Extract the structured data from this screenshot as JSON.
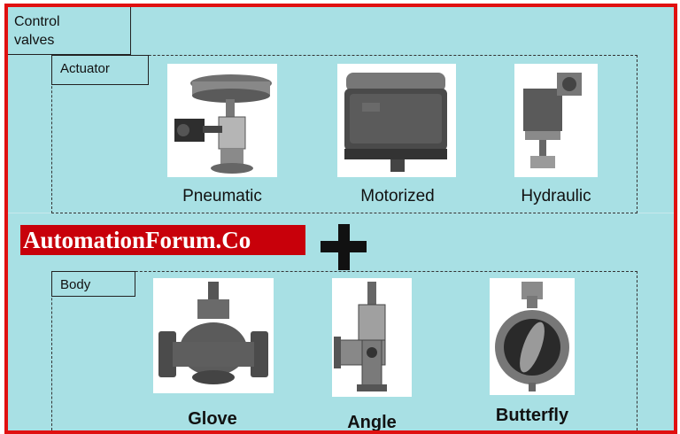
{
  "title": "Control\nvalves",
  "actuator": {
    "label": "Actuator",
    "items": [
      {
        "name": "Pneumatic",
        "icon": "pneumatic-actuator-image"
      },
      {
        "name": "Motorized",
        "icon": "motorized-actuator-image"
      },
      {
        "name": "Hydraulic",
        "icon": "hydraulic-actuator-image"
      }
    ]
  },
  "watermark": "AutomationForum.Co",
  "plus_symbol": "plus-icon",
  "body": {
    "label": "Body",
    "items": [
      {
        "name": "Glove",
        "icon": "globe-valve-body-image"
      },
      {
        "name": "Angle",
        "icon": "angle-valve-body-image"
      },
      {
        "name": "Butterfly",
        "icon": "butterfly-valve-body-image"
      }
    ]
  },
  "colors": {
    "frame_border": "#e01010",
    "background": "#a8e0e4",
    "watermark_bg": "#c8000a"
  }
}
